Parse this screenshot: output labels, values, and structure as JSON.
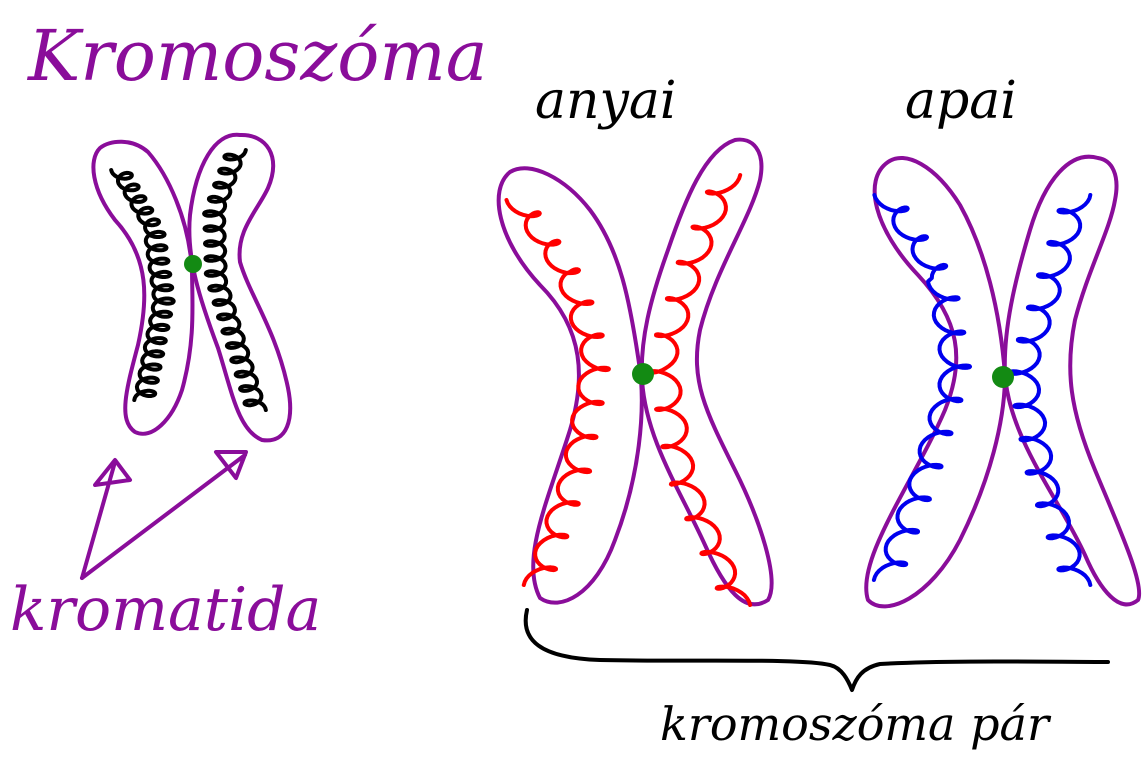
{
  "title": "Kromoszóma",
  "labels": {
    "chromatid": "kromatida",
    "maternal": "anyai",
    "paternal": "apai",
    "chromosome_pair": "kromoszóma pár"
  },
  "colors": {
    "outline": "#8a0d9a",
    "label_purple": "#8a0d9a",
    "ink": "#000000",
    "maternal_dna": "#ff0000",
    "paternal_dna": "#0000ee",
    "single_dna": "#000000",
    "centromere": "#138a13"
  },
  "icons": {
    "arrows": "arrow-up-icon",
    "brace": "curly-brace-icon"
  }
}
